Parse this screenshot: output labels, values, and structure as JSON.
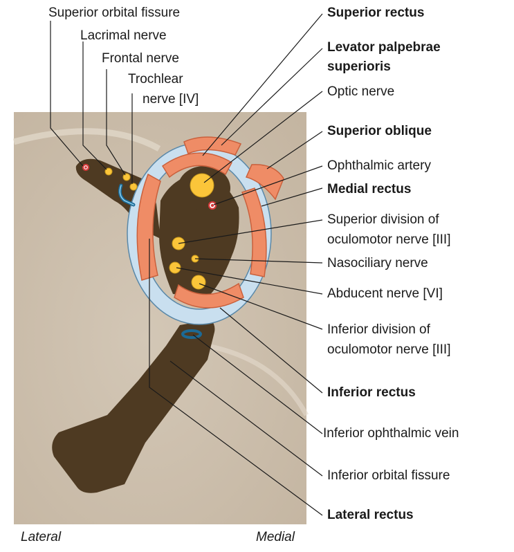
{
  "labels": {
    "superior_orbital_fissure": "Superior orbital fissure",
    "lacrimal_nerve": "Lacrimal nerve",
    "frontal_nerve": "Frontal nerve",
    "trochlear_line1": "Trochlear",
    "trochlear_line2": "nerve [IV]",
    "superior_rectus": "Superior rectus",
    "levator_line1": "Levator palpebrae",
    "levator_line2": "superioris",
    "optic_nerve": "Optic nerve",
    "superior_oblique": "Superior oblique",
    "ophthalmic_artery": "Ophthalmic artery",
    "medial_rectus": "Medial rectus",
    "sup_div_line1": "Superior division of",
    "sup_div_line2": "oculomotor nerve [III]",
    "nasociliary_nerve": "Nasociliary nerve",
    "abducent_nerve": "Abducent nerve [VI]",
    "inf_div_line1": "Inferior division of",
    "inf_div_line2": "oculomotor nerve [III]",
    "inferior_rectus": "Inferior rectus",
    "inferior_ophthalmic_vein": "Inferior ophthalmic vein",
    "inferior_orbital_fissure": "Inferior orbital fissure",
    "lateral_rectus": "Lateral rectus",
    "lateral": "Lateral",
    "medial": "Medial"
  },
  "colors": {
    "background_panel": "#cdc0ae",
    "fissure": "#4e3a22",
    "muscle": "#ef8c66",
    "tendon_ring": "#c9dfef",
    "nerve": "#fbc53a",
    "artery": "#d43a3a",
    "vein": "#1c6a96",
    "leader_line": "#1a1a1a"
  }
}
